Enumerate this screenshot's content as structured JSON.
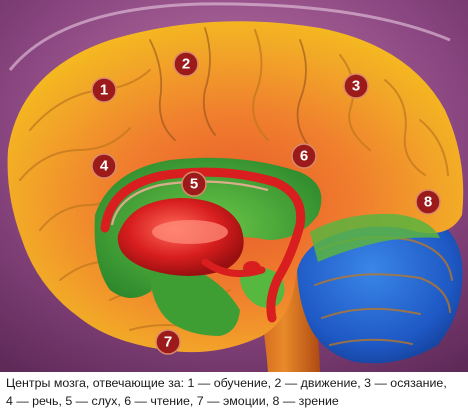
{
  "markers": [
    {
      "id": "1",
      "label": "1"
    },
    {
      "id": "2",
      "label": "2"
    },
    {
      "id": "3",
      "label": "3"
    },
    {
      "id": "4",
      "label": "4"
    },
    {
      "id": "5",
      "label": "5"
    },
    {
      "id": "6",
      "label": "6"
    },
    {
      "id": "7",
      "label": "7"
    },
    {
      "id": "8",
      "label": "8"
    }
  ],
  "caption": {
    "line1": "Центры мозга, отвечающие за: 1 — обучение, 2 — движение, 3 — осязание,",
    "line2": "4 — речь, 5 — слух, 6 — чтение, 7 — эмоции, 8 — зрение"
  },
  "colors": {
    "background": "#7a3a6e",
    "cortex_outer": "#f0b020",
    "cortex_inner": "#f07a30",
    "limbic_green": "#4cae3a",
    "corpus_red": "#d81e1e",
    "cerebellum_blue": "#1f5fc8",
    "marker": "#9c1a1a"
  }
}
